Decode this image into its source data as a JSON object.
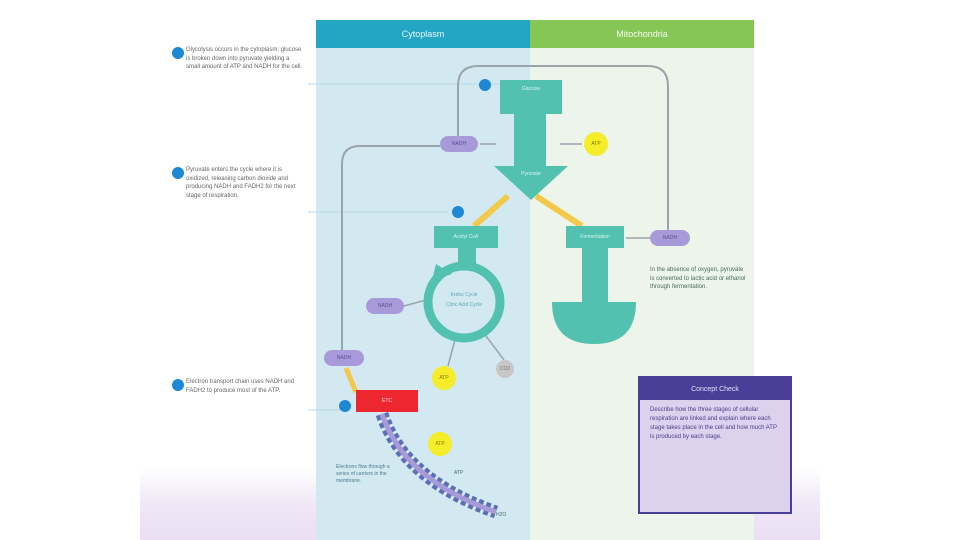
{
  "headers": {
    "left": "Cytoplasm",
    "right": "Mitochondria"
  },
  "notes": [
    {
      "text": "Glycolysis occurs in the cytoplasm; glucose is broken down into pyruvate yielding a small amount of ATP and NADH for the cell."
    },
    {
      "text": "Pyruvate enters the cycle where it is oxidized, releasing carbon dioxide and producing NADH and FADH2 for the next stage of respiration."
    },
    {
      "text": "Electron transport chain uses NADH and FADH2 to produce most of the ATP."
    }
  ],
  "nodes": {
    "glucose": "Glucose",
    "pyruvate": "Pyruvate",
    "acetyl": "Acetyl CoA",
    "cycle": "Krebs Cycle",
    "cycle_center": "Citric Acid Cycle",
    "fermentation": "Fermentation",
    "etc": "ETC",
    "nadh_a": "NADH",
    "nadh_b": "NADH",
    "nadh_c": "NADH",
    "nadh_d": "NADH",
    "atp_a": "ATP",
    "atp_b": "ATP",
    "atp_c": "ATP",
    "co2": "CO2",
    "atp_label": "ATP",
    "h2o_label": "H2O"
  },
  "right_note": "In the absence of oxygen, pyruvate is converted to lactic acid or ethanol through fermentation.",
  "left_note": "Electrons flow through a series of carriers in the membrane.",
  "panel": {
    "title": "Concept Check",
    "body": "Describe how the three stages of cellular respiration are linked and explain where each stage takes place in the cell and how much ATP is produced by each stage."
  },
  "colors": {
    "cyto_header": "#22a6c4",
    "mito_header": "#86c655",
    "teal": "#52c1b0",
    "nadh": "#a89ad8",
    "atp": "#f5ec2a",
    "etc": "#ee2630",
    "panel": "#4a3e98"
  }
}
